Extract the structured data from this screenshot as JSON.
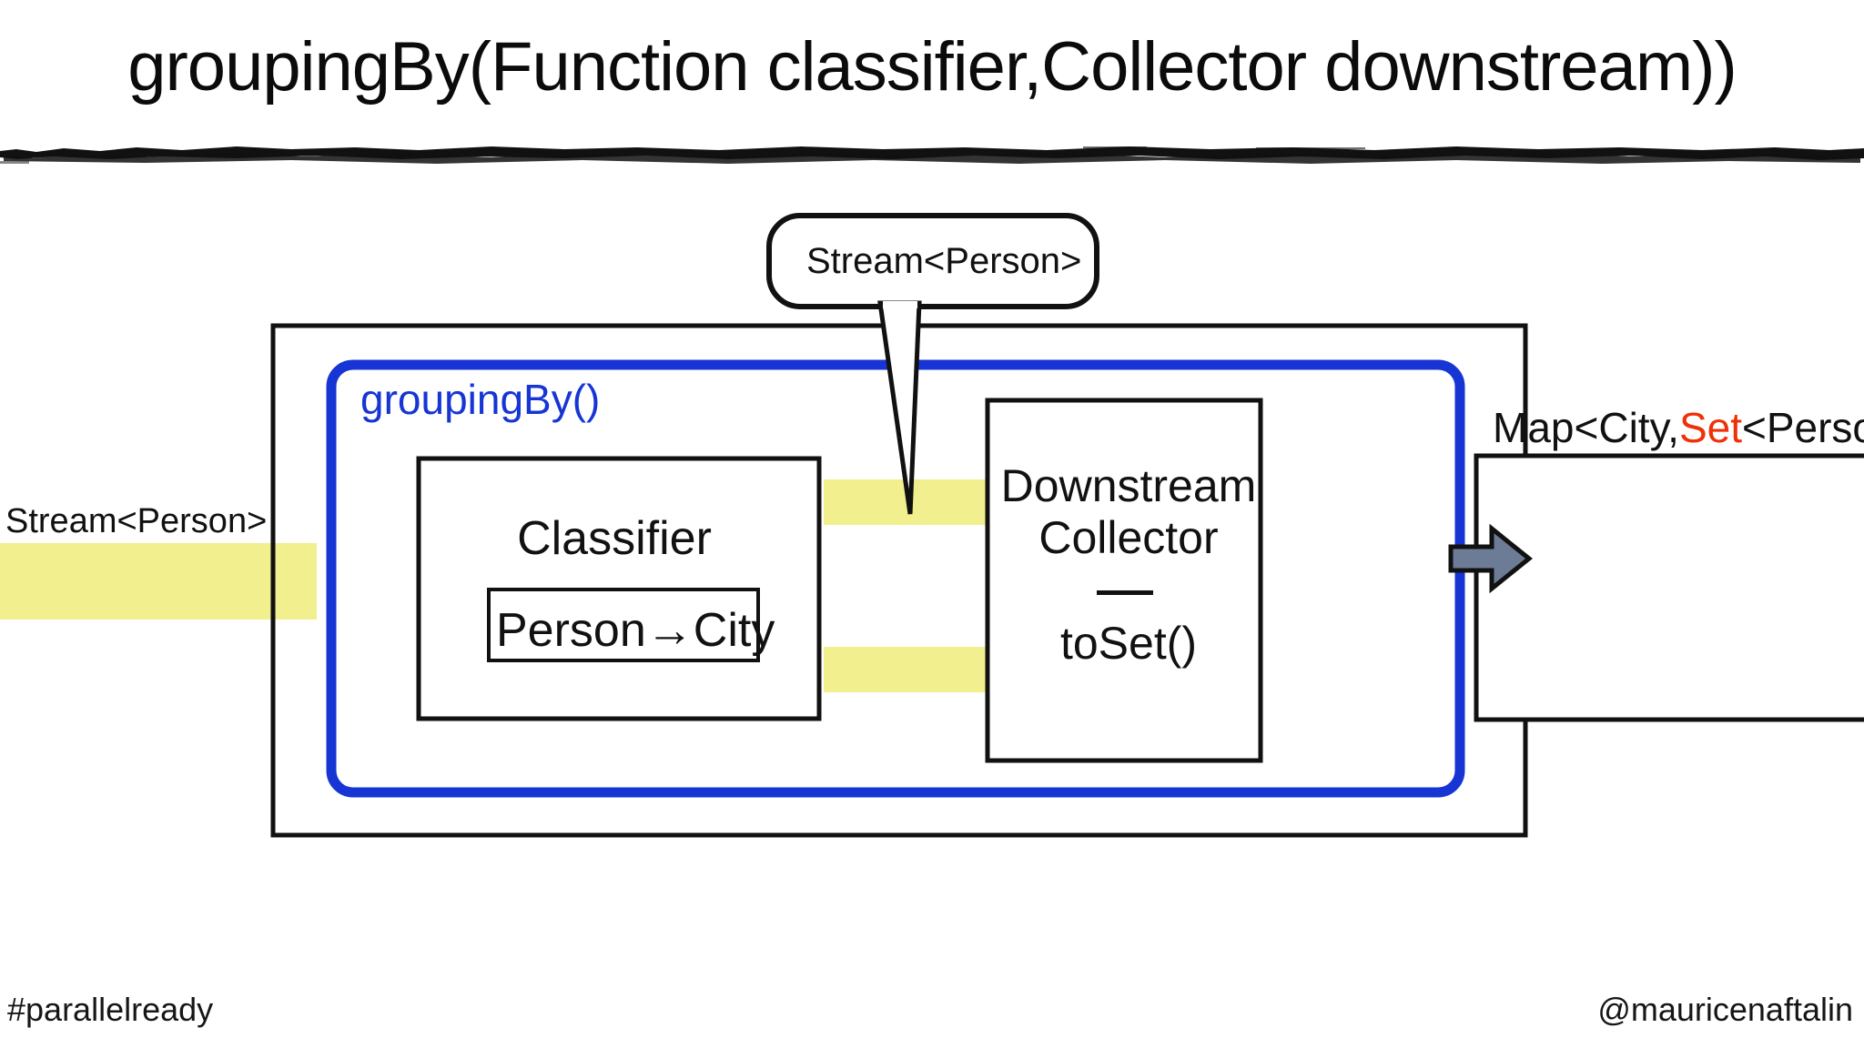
{
  "slide": {
    "title": "groupingBy(Function classifier,Collector downstream))",
    "divider": "brush-stroke-rule"
  },
  "diagram": {
    "callout": {
      "label": "Stream<Person>",
      "tail_target": "upper-yellow-band"
    },
    "outer_box": {
      "name": "collector-pipeline-outer-box"
    },
    "grouping_box": {
      "label": "groupingBy()",
      "accent_color": "#1635D4"
    },
    "classifier_box": {
      "title": "Classifier",
      "function_box": "Person→City"
    },
    "downstream_box": {
      "line1": "Downstream",
      "line2": "Collector",
      "separator": "—",
      "line3": "toSet()"
    },
    "input": {
      "label": "Stream<Person>",
      "band_color": "#F2EF8E"
    },
    "result": {
      "label_prefix": "Map<City,",
      "label_highlight": "Set",
      "label_suffix": "<Person>",
      "highlight_color": "#F03008"
    },
    "arrow": {
      "name": "output-arrow",
      "fill": "#6C7C96"
    }
  },
  "footer": {
    "hashtag": "#parallelready",
    "handle": "@mauricenaftalin"
  }
}
